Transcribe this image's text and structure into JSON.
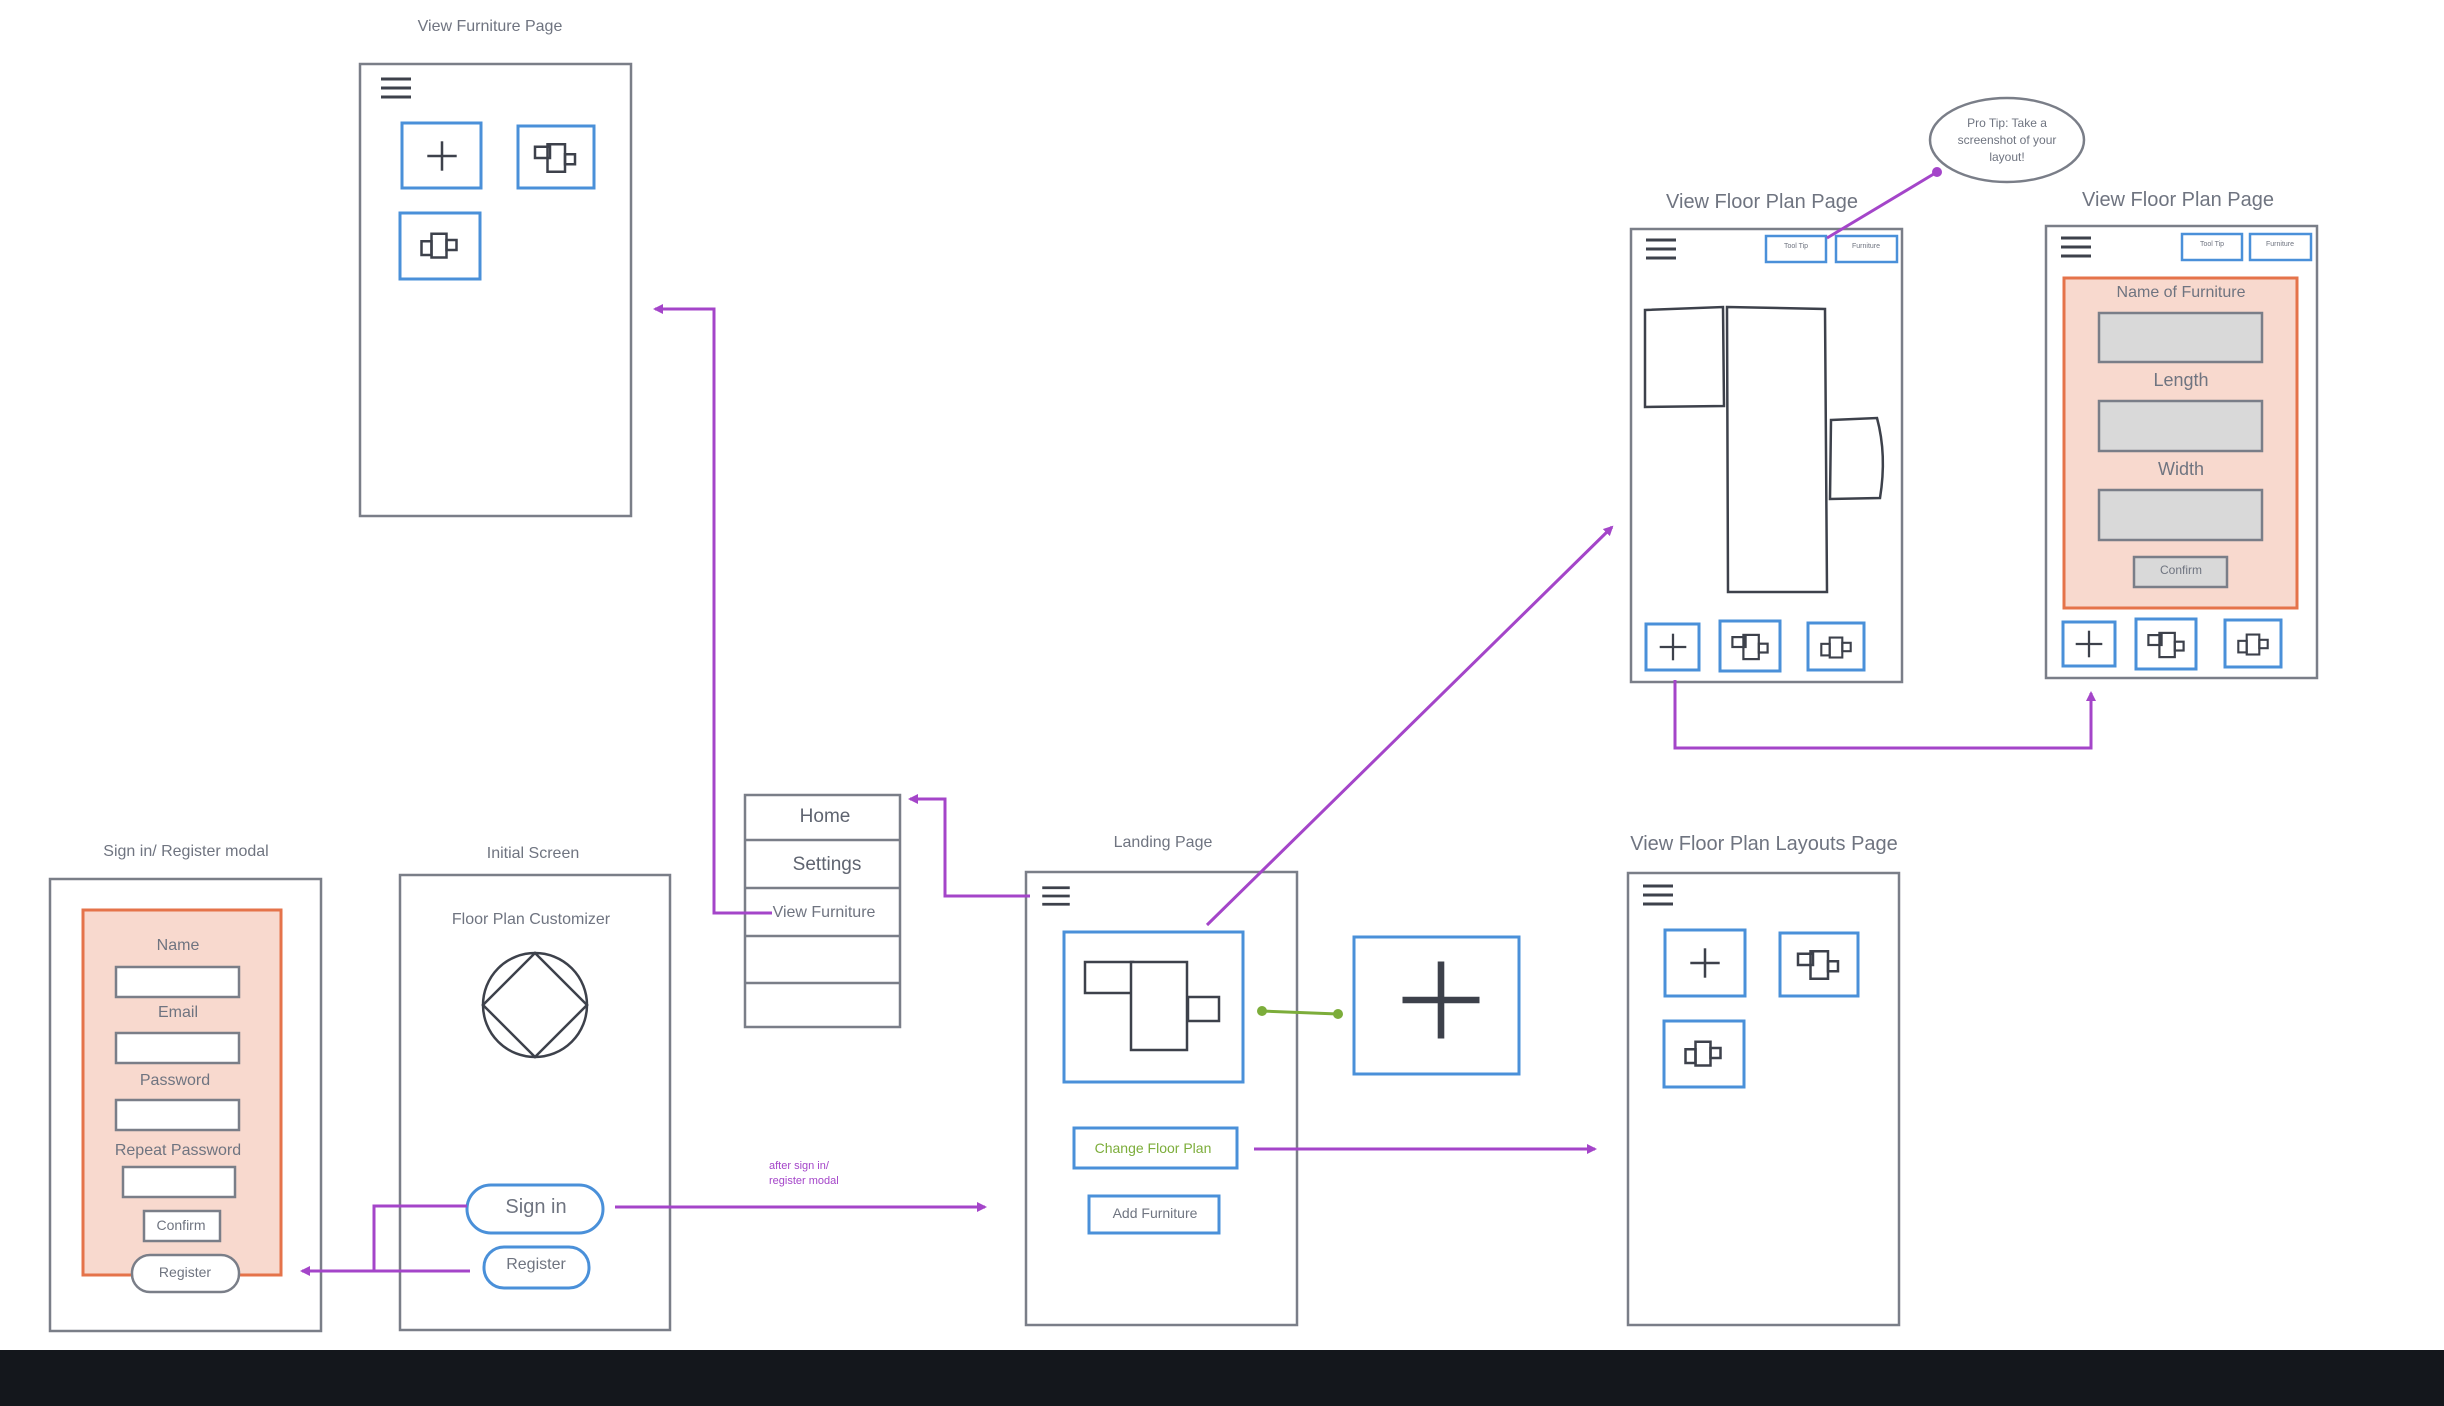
{
  "colors": {
    "frame": "#7a7e88",
    "accent_blue": "#4a90d9",
    "modal_fill": "#f8d9ce",
    "modal_border": "#e5734a",
    "arrow_purple": "#a445c9",
    "link_green": "#7cad3a",
    "input_fill": "#d9d9d9"
  },
  "screens": {
    "view_furniture": {
      "title": "View Furniture Page"
    },
    "view_floor_plan_1": {
      "title": "View Floor Plan Page",
      "tooltip_button": "Tool Tip",
      "furniture_button": "Furniture"
    },
    "view_floor_plan_2": {
      "title": "View Floor Plan Page",
      "tooltip_button": "Tool Tip",
      "furniture_button": "Furniture",
      "fields": {
        "name_label": "Name of Furniture",
        "length_label": "Length",
        "width_label": "Width",
        "confirm": "Confirm"
      }
    },
    "tooltip_bubble": "Pro Tip: Take a screenshot of your layout!",
    "signin_modal": {
      "title": "Sign in/ Register modal",
      "name": "Name",
      "email": "Email",
      "password": "Password",
      "repeat_password": "Repeat Password",
      "confirm": "Confirm",
      "register": "Register"
    },
    "initial": {
      "title": "Initial Screen",
      "app_name": "Floor Plan Customizer",
      "sign_in": "Sign in",
      "register": "Register"
    },
    "menu": {
      "items": [
        "Home",
        "Settings",
        "View Furniture"
      ]
    },
    "landing": {
      "title": "Landing Page",
      "change_floor_plan": "Change Floor Plan",
      "add_furniture": "Add Furniture"
    },
    "layouts": {
      "title": "View Floor Plan Layouts Page"
    }
  },
  "annotation_after_signin": "after sign in/ register modal",
  "icons": [
    "hamburger-icon",
    "plus-icon",
    "furniture-icon",
    "chair-icon",
    "logo-diamond-icon"
  ]
}
